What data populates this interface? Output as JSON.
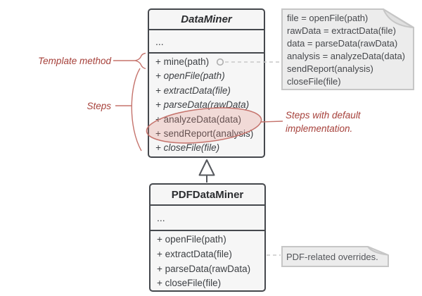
{
  "colors": {
    "accent_red": "#a6403a",
    "curve_red": "#c5736c",
    "box_border": "#45484d",
    "box_fill": "#f6f6f6",
    "note_fill": "#ececec",
    "note_border": "#c6c6c6",
    "highlight_fill_rgba": "rgba(226,134,124,0.25)",
    "dash_gray": "#c9c9c9"
  },
  "parent_class": {
    "title": "DataMiner",
    "ellipsis": "...",
    "methods": [
      "+ mine(path)",
      "+ openFile(path)",
      "+ extractData(file)",
      "+ parseData(rawData)",
      "+ analyzeData(data)",
      "+ sendReport(analysis)",
      "+ closeFile(file)"
    ]
  },
  "child_class": {
    "title": "PDFDataMiner",
    "ellipsis": "...",
    "methods": [
      "+ openFile(path)",
      "+ extractData(file)",
      "+ parseData(rawData)",
      "+ closeFile(file)"
    ]
  },
  "code_note": {
    "lines": [
      "file = openFile(path)",
      "rawData = extractData(file)",
      "data = parseData(rawData)",
      "analysis = analyzeData(data)",
      "sendReport(analysis)",
      "closeFile(file)"
    ]
  },
  "override_note": {
    "text": "PDF-related overrides."
  },
  "annotations": {
    "template_method": "Template method",
    "steps": "Steps",
    "default_impl_line1": "Steps with default",
    "default_impl_line2": "implementation."
  }
}
